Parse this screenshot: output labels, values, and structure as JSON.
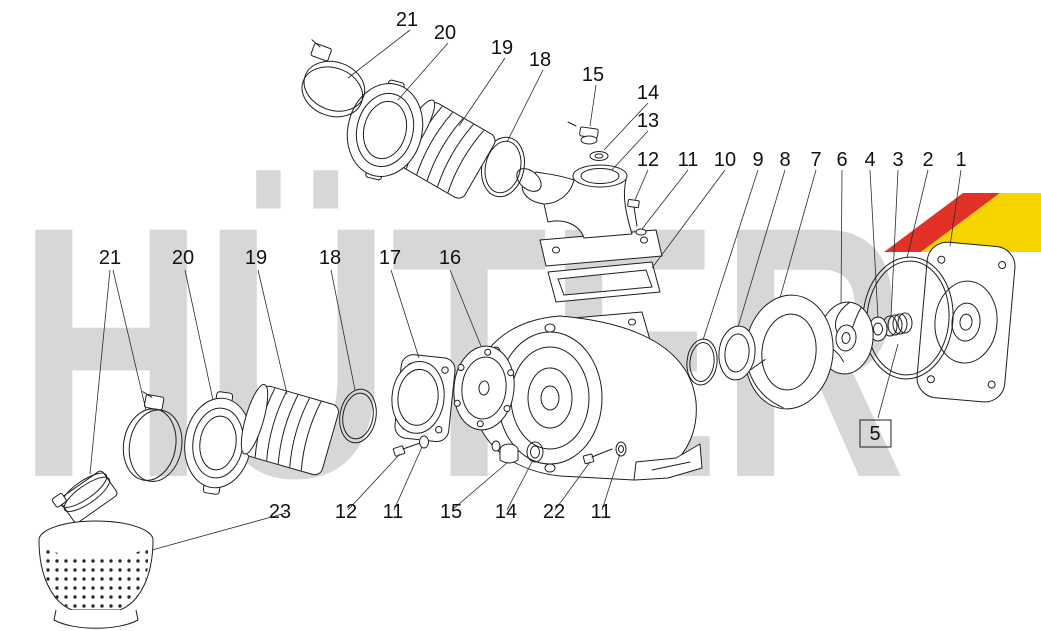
{
  "watermark": "HÜTER",
  "colors": {
    "watermark": "#d7d7d7",
    "logo_yellow": "#f6d400",
    "logo_red": "#e23126",
    "line": "#1f1f1f"
  },
  "labels": {
    "top_21": "21",
    "top_20": "20",
    "top_19": "19",
    "top_18": "18",
    "top_15": "15",
    "top_14": "14",
    "top_13": "13",
    "top_12": "12",
    "top_11": "11",
    "top_10": "10",
    "top_9": "9",
    "top_8": "8",
    "top_7": "7",
    "top_6": "6",
    "top_4": "4",
    "top_3": "3",
    "top_2": "2",
    "top_1": "1",
    "mid_21": "21",
    "mid_20": "20",
    "mid_19": "19",
    "mid_18": "18",
    "mid_17": "17",
    "mid_16": "16",
    "bottom_23": "23",
    "bottom_12": "12",
    "bottom_11a": "11",
    "bottom_15": "15",
    "bottom_14": "14",
    "bottom_22": "22",
    "bottom_11b": "11",
    "boxed_5": "5"
  }
}
